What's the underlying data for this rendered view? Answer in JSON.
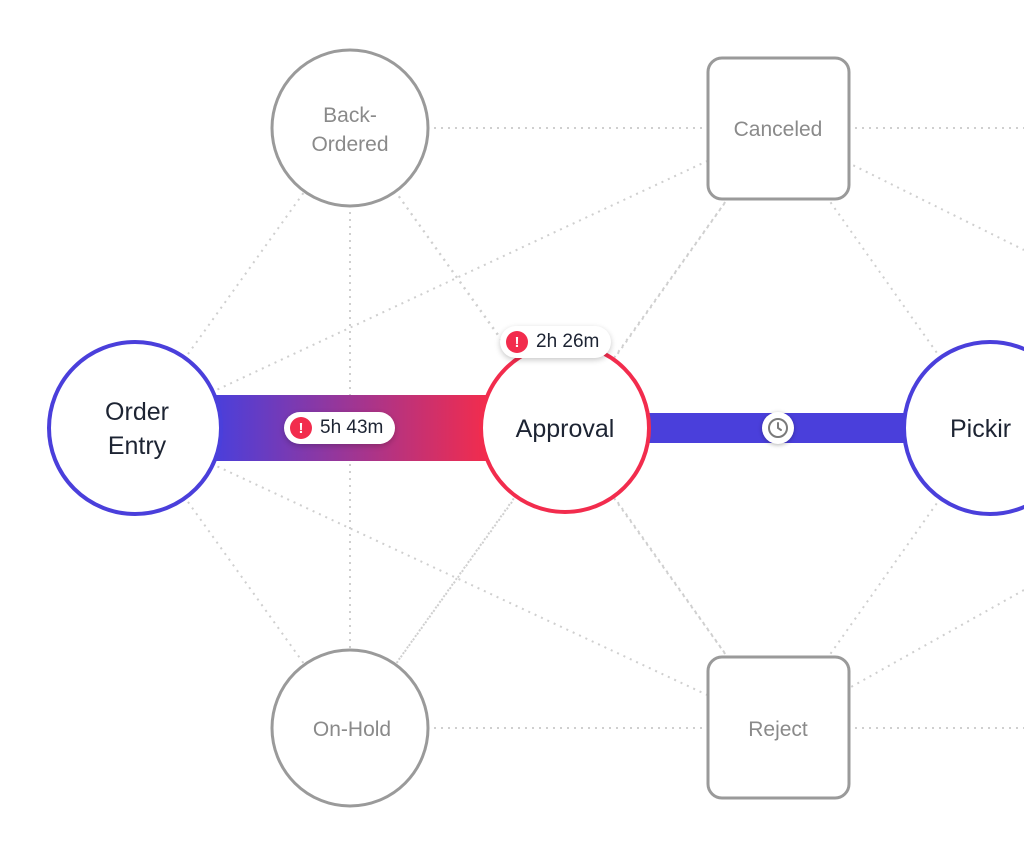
{
  "nodes": {
    "order_entry": {
      "label_line1": "Order",
      "label_line2": "Entry"
    },
    "back_ordered": {
      "label_line1": "Back-",
      "label_line2": "Ordered"
    },
    "canceled": {
      "label": "Canceled"
    },
    "approval": {
      "label": "Approval"
    },
    "picking": {
      "label": "Pickir"
    },
    "on_hold": {
      "label": "On-Hold"
    },
    "reject": {
      "label": "Reject"
    }
  },
  "badges": {
    "order_to_approval_duration": "5h 43m",
    "approval_duration": "2h 26m"
  },
  "icons": {
    "alert": "alert-icon",
    "clock": "clock-icon"
  },
  "colors": {
    "active_node": "#4a3fdb",
    "alert_node": "#f22c4d",
    "inactive_node": "#9a9a9a",
    "connector": "#cfcfcf"
  }
}
